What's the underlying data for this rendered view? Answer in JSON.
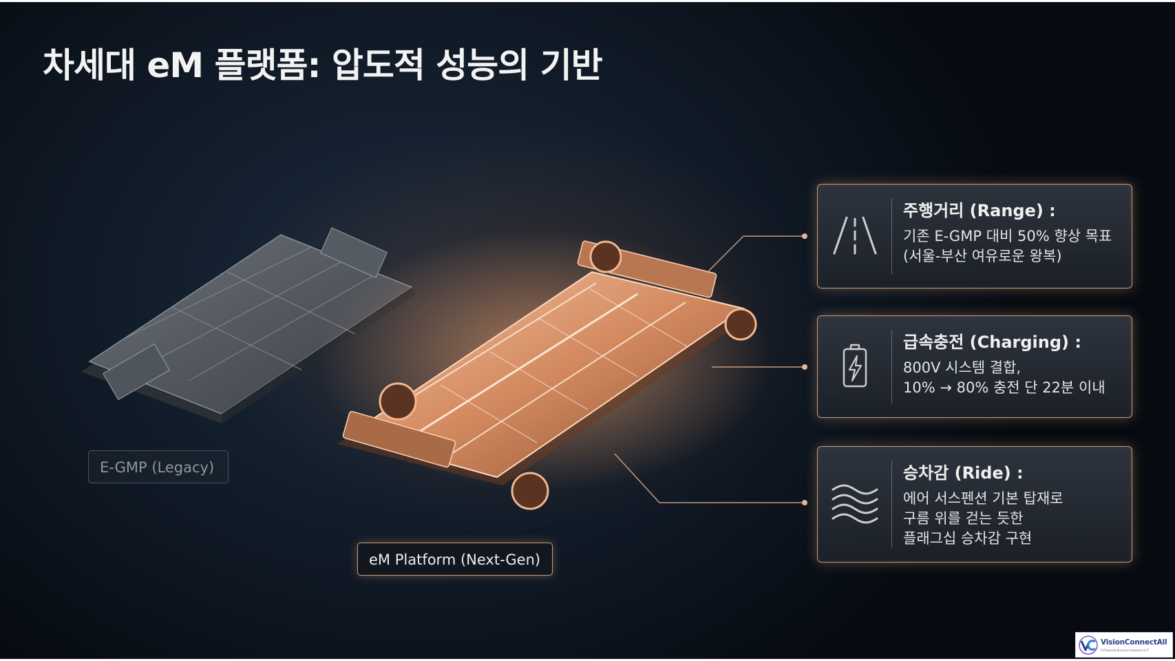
{
  "slide": {
    "title": "차세대 eM 플랫폼: 압도적 성능의 기반"
  },
  "platforms": {
    "legacy_label": "E-GMP (Legacy)",
    "nextgen_label": "eM Platform (Next-Gen)"
  },
  "features": [
    {
      "icon": "road-icon",
      "heading": "주행거리 (Range) :",
      "lines": [
        "기존 E-GMP 대비 50% 향상 목표",
        "(서울-부산 여유로운 왕복)"
      ]
    },
    {
      "icon": "battery-charging-icon",
      "heading": "급속충전 (Charging) :",
      "lines": [
        "800V 시스템 결합,",
        "10% → 80% 충전 단 22분 이내"
      ]
    },
    {
      "icon": "air-waves-icon",
      "heading": "승차감 (Ride) :",
      "lines": [
        "에어 서스펜션 기본 탑재로",
        "구름 위를 걷는 듯한",
        "플래그십 승차감 구현"
      ]
    }
  ],
  "watermark": {
    "brand": "VisionConnectAll",
    "tagline": "AI-Powered Business Solutions & IT"
  },
  "colors": {
    "accent_glow": "#e8a070",
    "card_border": "#c59b7c",
    "background": "#121d2b"
  }
}
